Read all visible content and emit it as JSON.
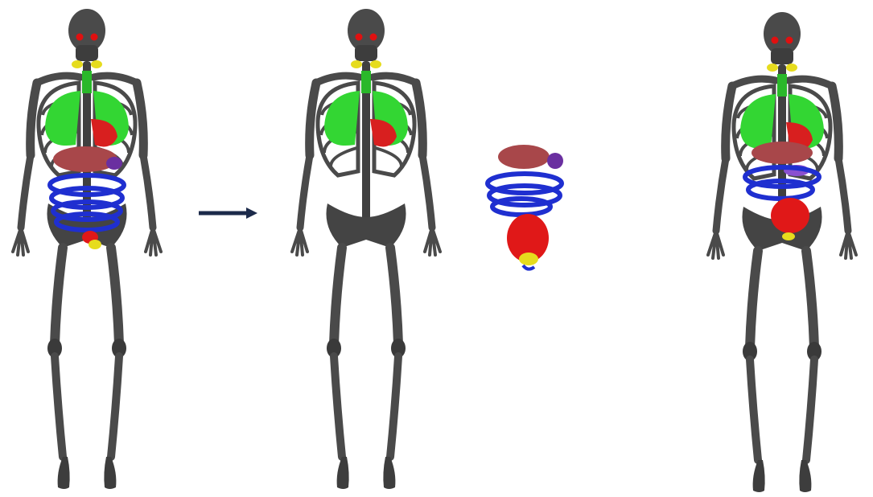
{
  "figure": {
    "panels": [
      {
        "name": "skeleton-with-organs"
      },
      {
        "name": "skeleton-only"
      },
      {
        "name": "abdominal-organs"
      },
      {
        "name": "skeleton-with-adjusted-organs"
      }
    ],
    "arrow": {
      "direction": "right"
    },
    "colors": {
      "background": "#ffffff",
      "bone": "#4a4a4a",
      "bone_dark": "#2a2a2a",
      "lungs": "#33d633",
      "heart": "#d81f1f",
      "liver": "#a8474a",
      "stomach": "#6a2fa0",
      "intestine": "#1f2fd0",
      "bladder": "#e01818",
      "glands": "#e6dc1e",
      "eyes": "#e01010",
      "arrow": "#1c2a4a"
    }
  }
}
